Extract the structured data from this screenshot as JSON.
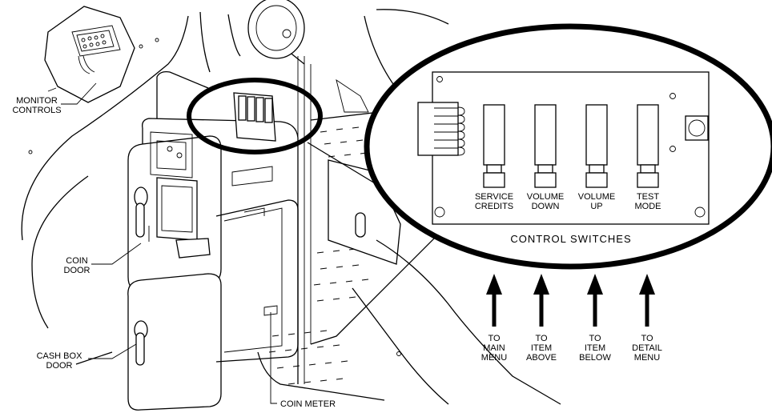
{
  "labels": {
    "monitor_controls": [
      "MONITOR",
      "CONTROLS"
    ],
    "coin_door": [
      "COIN",
      "DOOR"
    ],
    "cash_box_door": [
      "CASH BOX",
      "DOOR"
    ],
    "coin_meter": "COIN METER",
    "control_switches_title": "CONTROL SWITCHES"
  },
  "switches": [
    {
      "label": [
        "SERVICE",
        "CREDITS"
      ],
      "action": [
        "TO",
        "MAIN",
        "MENU"
      ]
    },
    {
      "label": [
        "VOLUME",
        "DOWN"
      ],
      "action": [
        "TO",
        "ITEM",
        "ABOVE"
      ]
    },
    {
      "label": [
        "VOLUME",
        "UP"
      ],
      "action": [
        "TO",
        "ITEM",
        "BELOW"
      ]
    },
    {
      "label": [
        "TEST",
        "MODE"
      ],
      "action": [
        "TO",
        "DETAIL",
        "MENU"
      ]
    }
  ]
}
